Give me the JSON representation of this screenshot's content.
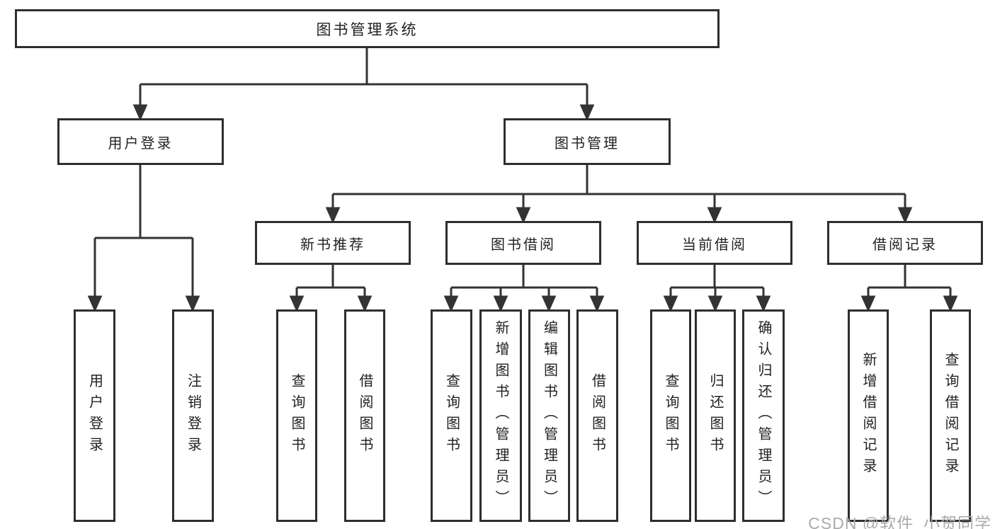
{
  "diagram": {
    "root": {
      "label": "图书管理系统"
    },
    "level2": [
      {
        "label": "用户登录"
      },
      {
        "label": "图书管理"
      }
    ],
    "level3": [
      {
        "label": "新书推荐"
      },
      {
        "label": "图书借阅"
      },
      {
        "label": "当前借阅"
      },
      {
        "label": "借阅记录"
      }
    ],
    "groups": {
      "login": [
        "用户登录",
        "注销登录"
      ],
      "recommend": [
        "查询图书",
        "借阅图书"
      ],
      "borrow": [
        "查询图书",
        "新增图书（管理员）",
        "编辑图书（管理员）",
        "借阅图书"
      ],
      "current": [
        "查询图书",
        "归还图书",
        "确认归还（管理员）"
      ],
      "records": [
        "新增借阅记录",
        "查询借阅记录"
      ]
    }
  },
  "watermark": "CSDN @软件_小贺同学",
  "colors": {
    "background": "#ffffff",
    "box_border": "#2e2e2e",
    "connector": "#333333",
    "text": "#222222",
    "watermark": "#ababab"
  }
}
